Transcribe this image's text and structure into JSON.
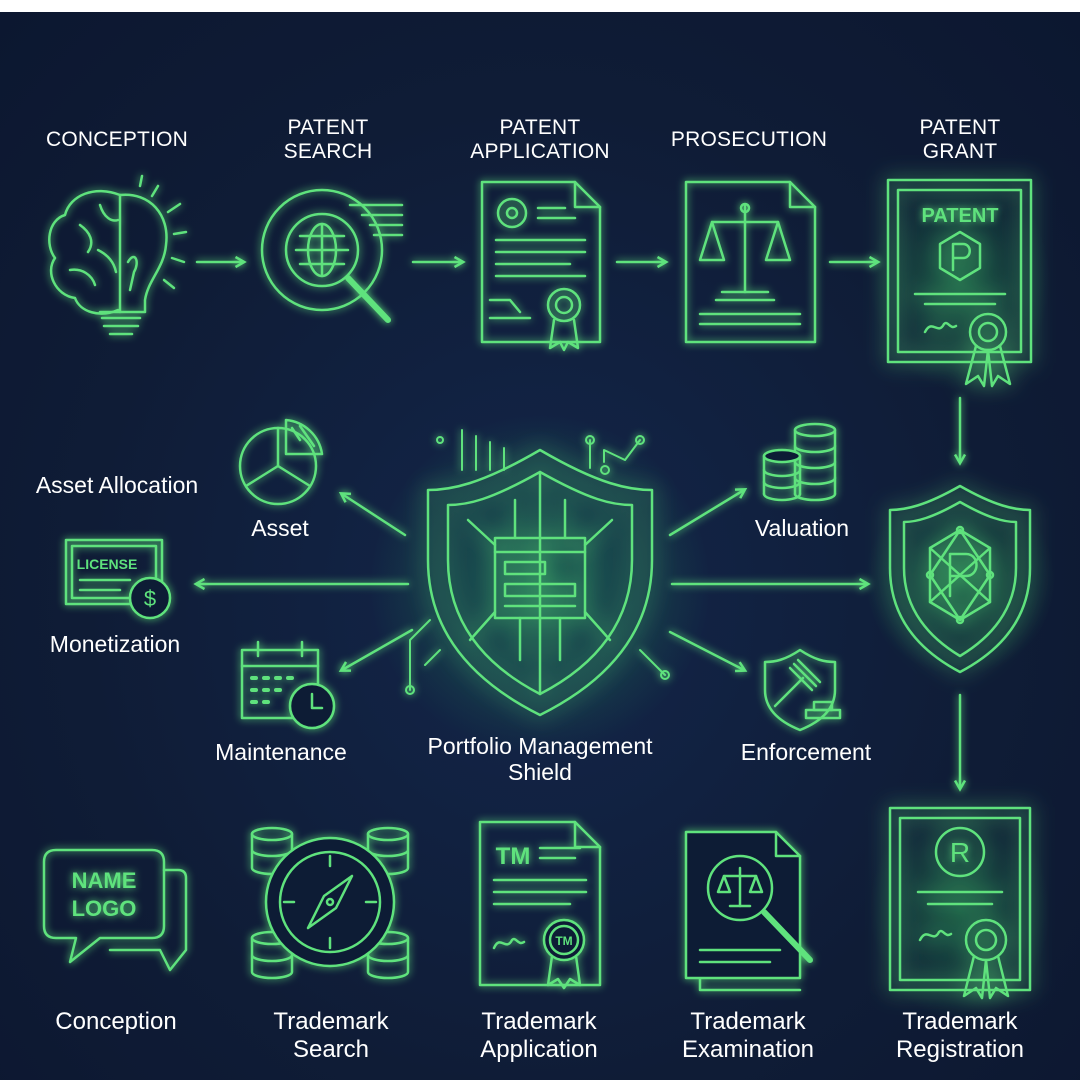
{
  "patent_row": {
    "stages": [
      {
        "line1": "CONCEPTION",
        "line2": ""
      },
      {
        "line1": "PATENT",
        "line2": "SEARCH"
      },
      {
        "line1": "PATENT",
        "line2": "APPLICATION"
      },
      {
        "line1": "PROSECUTION",
        "line2": ""
      },
      {
        "line1": "PATENT",
        "line2": "GRANT"
      }
    ],
    "certificate_text": "PATENT"
  },
  "portfolio": {
    "center_line1": "Portfolio Management",
    "center_line2": "Shield",
    "asset_allocation": "Asset Allocation",
    "asset": "Asset",
    "license_text": "LICENSE",
    "monetization": "Monetization",
    "maintenance": "Maintenance",
    "valuation": "Valuation",
    "enforcement": "Enforcement"
  },
  "trademark_row": {
    "name_logo_line1": "NAME",
    "name_logo_line2": "LOGO",
    "tm_text": "TM",
    "tm_seal": "TM",
    "registered_symbol": "R",
    "stages": [
      {
        "line1": "Conception",
        "line2": ""
      },
      {
        "line1": "Trademark",
        "line2": "Search"
      },
      {
        "line1": "Trademark",
        "line2": "Application"
      },
      {
        "line1": "Trademark",
        "line2": "Examination"
      },
      {
        "line1": "Trademark",
        "line2": "Registration"
      }
    ]
  },
  "colors": {
    "background": "#0f1c36",
    "accent": "#5ee27d",
    "glow": "#2fcf62",
    "text": "#ffffff"
  },
  "icons": [
    "brain-lightbulb-icon",
    "globe-magnifier-icon",
    "patent-document-icon",
    "scales-document-icon",
    "patent-certificate-icon",
    "pie-chart-icon",
    "license-money-icon",
    "calendar-clock-icon",
    "portfolio-shield-icon",
    "coin-stack-icon",
    "gavel-shield-icon",
    "protected-shield-icon",
    "speech-bubble-icon",
    "compass-coins-icon",
    "trademark-document-icon",
    "examination-document-icon",
    "registration-certificate-icon"
  ]
}
